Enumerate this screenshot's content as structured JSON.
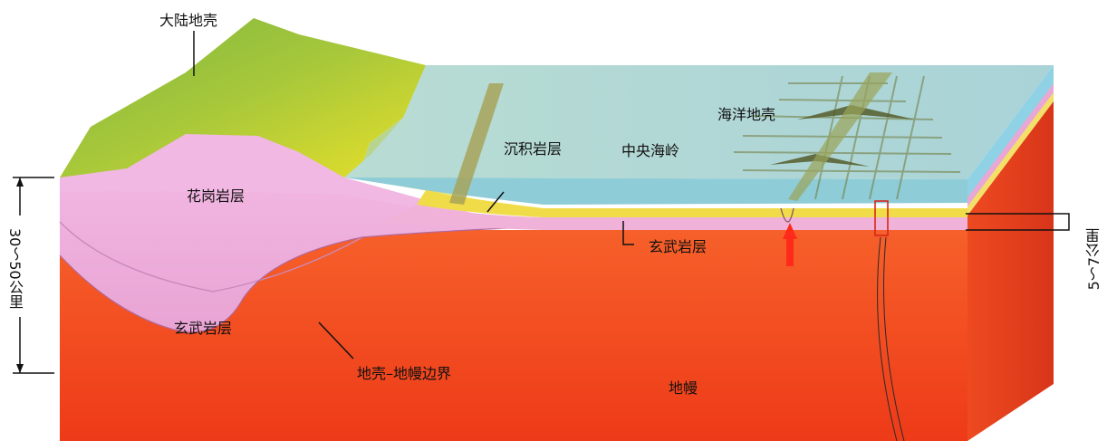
{
  "labels": {
    "continental_crust": "大陆地壳",
    "oceanic_crust": "海洋地壳",
    "granite_layer": "花岗岩层",
    "sedimentary_layer": "沉积岩层",
    "mid_ocean_ridge": "中央海岭",
    "basalt_layer_ocean": "玄武岩层",
    "basalt_layer_continent": "玄武岩层",
    "moho_boundary": "地壳–地幔边界",
    "mantle": "地幔"
  },
  "thickness": {
    "continental": "30～50公里",
    "oceanic": "5～7公里"
  }
}
